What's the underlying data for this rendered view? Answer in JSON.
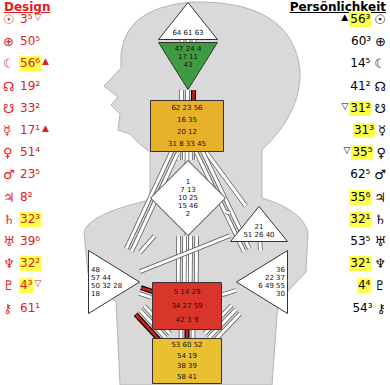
{
  "diagram": {
    "nodes": [
      {
        "text": [
          "64 61 63"
        ]
      },
      {
        "text": [
          "47 24 4",
          "17 11",
          "43"
        ]
      },
      {
        "text": [
          "62 23 56",
          "16 35",
          "20 12",
          "31 8 33 45"
        ]
      },
      {
        "text": [
          "1",
          "7 13",
          "10 25",
          "15 46",
          "2"
        ]
      },
      {
        "text": [
          "21",
          "51 26 40"
        ]
      },
      {
        "text": [
          "48",
          "57 44",
          "50 32 28",
          "18"
        ]
      },
      {
        "text": [
          "36",
          "22 37",
          "6 49 55",
          "30"
        ]
      },
      {
        "text": [
          "5 14 29",
          "34 27 59",
          "42 3 9"
        ]
      },
      {
        "text": [
          "53 60 52",
          "54 19",
          "38 39",
          "58 41"
        ]
      }
    ],
    "edges": [
      {
        "from": 0,
        "to": 1,
        "arrow": "none"
      },
      {
        "from": 0,
        "to": 1,
        "arrow": "none"
      },
      {
        "from": 0,
        "to": 1,
        "arrow": "none"
      },
      {
        "from": 1,
        "to": 2,
        "arrow": "none"
      },
      {
        "from": 1,
        "to": 2,
        "arrow": "none"
      },
      {
        "from": 1,
        "to": 2,
        "arrow": "none"
      },
      {
        "from": 2,
        "to": 3,
        "arrow": "none"
      },
      {
        "from": 2,
        "to": 3,
        "arrow": "none"
      },
      {
        "from": 2,
        "to": 3,
        "arrow": "none"
      },
      {
        "from": 2,
        "to": 3,
        "arrow": "none"
      },
      {
        "from": 2,
        "to": 4,
        "arrow": "none"
      },
      {
        "from": 2,
        "to": 5,
        "arrow": "none"
      },
      {
        "from": 2,
        "to": 5,
        "arrow": "none"
      },
      {
        "from": 2,
        "to": 7,
        "arrow": "none"
      },
      {
        "from": 2,
        "to": 6,
        "arrow": "none"
      },
      {
        "from": 2,
        "to": 6,
        "arrow": "none"
      },
      {
        "from": 3,
        "to": 4,
        "arrow": "none"
      },
      {
        "from": 3,
        "to": 5,
        "arrow": "none"
      },
      {
        "from": 3,
        "to": 7,
        "arrow": "none"
      },
      {
        "from": 3,
        "to": 7,
        "arrow": "none"
      },
      {
        "from": 3,
        "to": 7,
        "arrow": "none"
      },
      {
        "from": 3,
        "to": 7,
        "arrow": "none"
      },
      {
        "from": 4,
        "to": 5,
        "arrow": "none"
      },
      {
        "from": 4,
        "to": 6,
        "arrow": "none"
      },
      {
        "from": 5,
        "to": 7,
        "arrow": "none"
      },
      {
        "from": 5,
        "to": 7,
        "arrow": "none"
      },
      {
        "from": 5,
        "to": 8,
        "arrow": "none"
      },
      {
        "from": 5,
        "to": 8,
        "arrow": "none"
      },
      {
        "from": 5,
        "to": 8,
        "arrow": "none"
      },
      {
        "from": 7,
        "to": 8,
        "arrow": "none"
      },
      {
        "from": 7,
        "to": 8,
        "arrow": "none"
      },
      {
        "from": 7,
        "to": 8,
        "arrow": "none"
      },
      {
        "from": 7,
        "to": 6,
        "arrow": "none"
      },
      {
        "from": 6,
        "to": 8,
        "arrow": "none"
      },
      {
        "from": 6,
        "to": 8,
        "arrow": "none"
      },
      {
        "from": 6,
        "to": 8,
        "arrow": "none"
      }
    ],
    "labels": [
      "Design",
      "Persönlichkeit",
      "☉",
      "3⁵",
      "▽",
      "⊕",
      "50⁵",
      "☾",
      "56⁶",
      "▲",
      "☊",
      "19²",
      "☋",
      "33²",
      "☿",
      "17¹",
      "▲",
      "♀",
      "51⁴",
      "♂",
      "23⁵",
      "♃",
      "8²",
      "♄",
      "32³",
      "♅",
      "39⁶",
      "♆",
      "32²",
      "♇",
      "4³",
      "▽",
      "⚷",
      "61¹",
      "▲",
      "56³",
      "☉",
      "60³",
      "⊕",
      "14⁵",
      "☾",
      "41²",
      "☊",
      "▽",
      "31²",
      "☋",
      "31³",
      "☿",
      "▽",
      "35⁵",
      "♀",
      "62⁵",
      "♂",
      "35⁶",
      "♃",
      "32¹",
      "♄",
      "53⁵",
      "♅",
      "32¹",
      "♆",
      "4⁴",
      "♇",
      "54³",
      "⚷"
    ]
  }
}
